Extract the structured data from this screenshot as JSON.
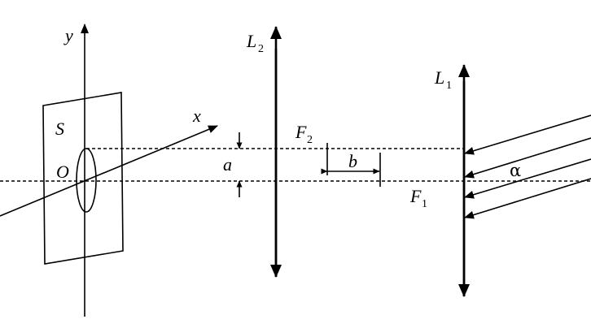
{
  "labels": {
    "y_axis": "y",
    "x_axis": "x",
    "screen": "S",
    "origin": "O",
    "lens2": "L",
    "lens2_sub": "2",
    "lens1": "L",
    "lens1_sub": "1",
    "focus2": "F",
    "focus2_sub": "2",
    "focus1": "F",
    "focus1_sub": "1",
    "distance_a": "a",
    "distance_b": "b",
    "angle": "α"
  }
}
